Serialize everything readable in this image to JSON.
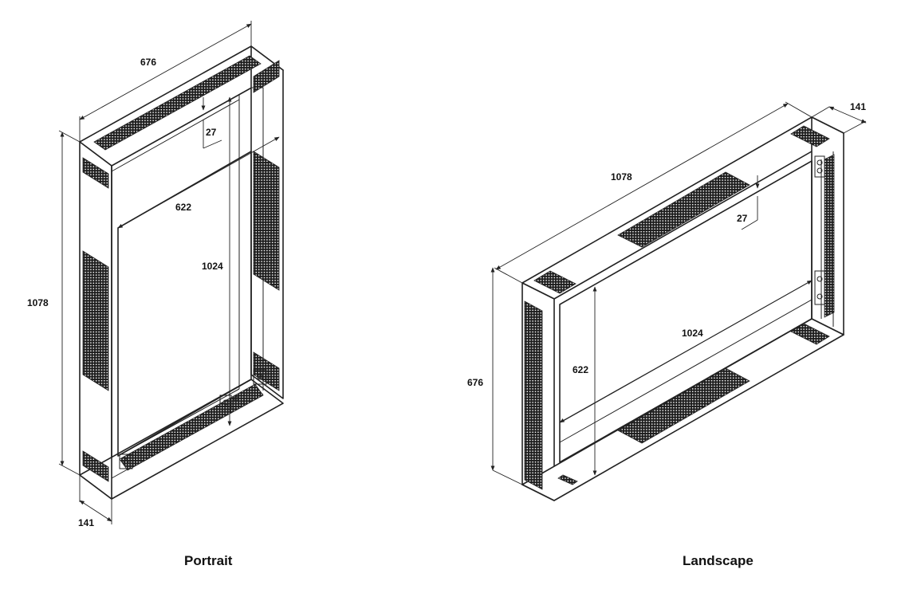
{
  "captions": {
    "portrait": "Portrait",
    "landscape": "Landscape"
  },
  "portrait": {
    "dims": {
      "width": "676",
      "height": "1078",
      "depth": "141",
      "inner_width": "622",
      "inner_height": "1024",
      "wall": "27"
    }
  },
  "landscape": {
    "dims": {
      "width": "1078",
      "height": "676",
      "depth": "141",
      "inner_width": "1024",
      "inner_height": "622",
      "wall": "27"
    }
  },
  "colors": {
    "line": "#222222",
    "background": "#ffffff",
    "vent_hatch": "#222222"
  }
}
